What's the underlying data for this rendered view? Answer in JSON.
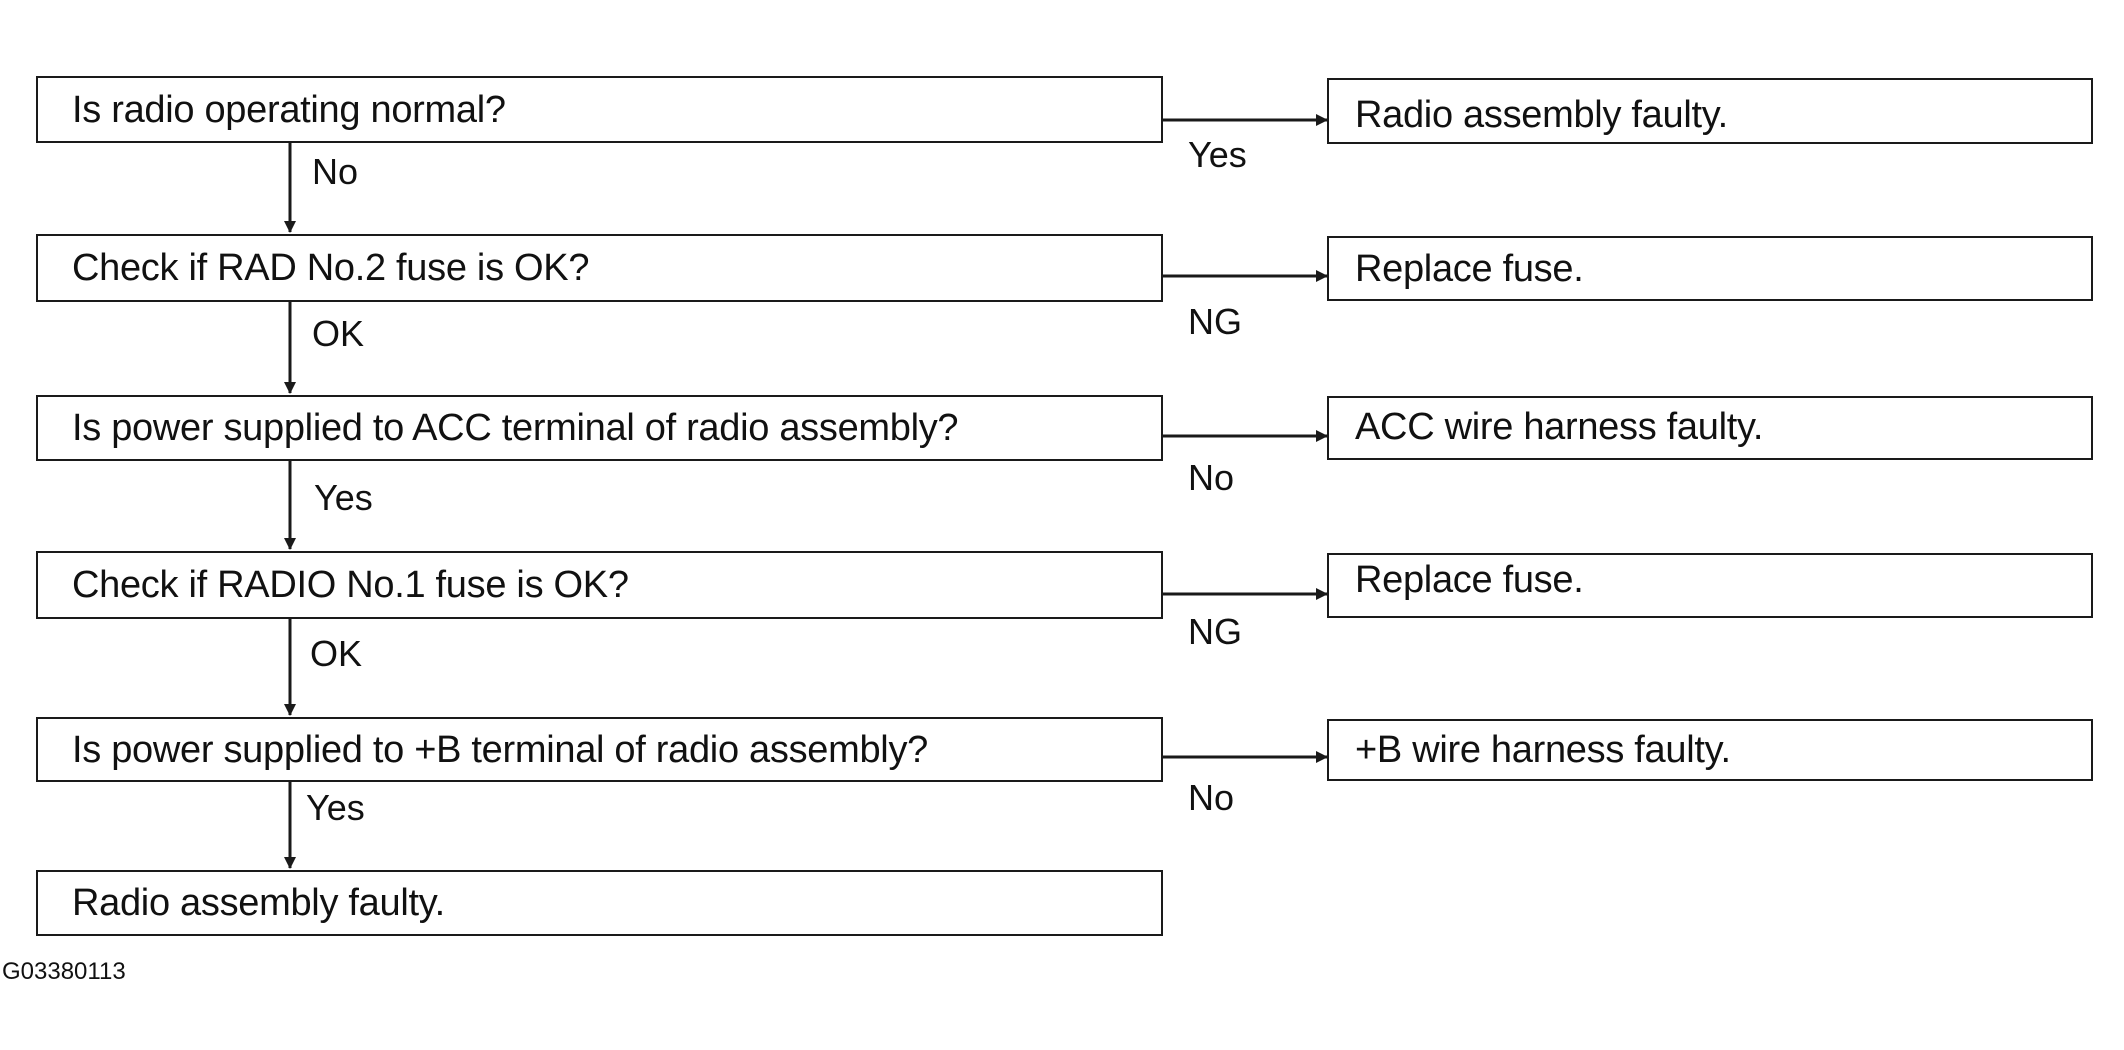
{
  "flowchart": {
    "steps": [
      {
        "question": "Is radio operating normal?",
        "down_label": "No",
        "right_label": "Yes",
        "result": "Radio assembly faulty."
      },
      {
        "question": "Check if RAD No.2 fuse is OK?",
        "down_label": "OK",
        "right_label": "NG",
        "result": "Replace fuse."
      },
      {
        "question": "Is power supplied to ACC terminal of radio assembly?",
        "down_label": "Yes",
        "right_label": "No",
        "result": "ACC wire harness faulty."
      },
      {
        "question": "Check if RADIO No.1 fuse is OK?",
        "down_label": "OK",
        "right_label": "NG",
        "result": "Replace fuse."
      },
      {
        "question": "Is power supplied to +B terminal of radio assembly?",
        "down_label": "Yes",
        "right_label": "No",
        "result": "+B wire harness faulty."
      }
    ],
    "final_result": "Radio assembly faulty."
  },
  "figure_code": "G03380113",
  "colors": {
    "line": "#1a1a1a",
    "background": "#ffffff"
  }
}
